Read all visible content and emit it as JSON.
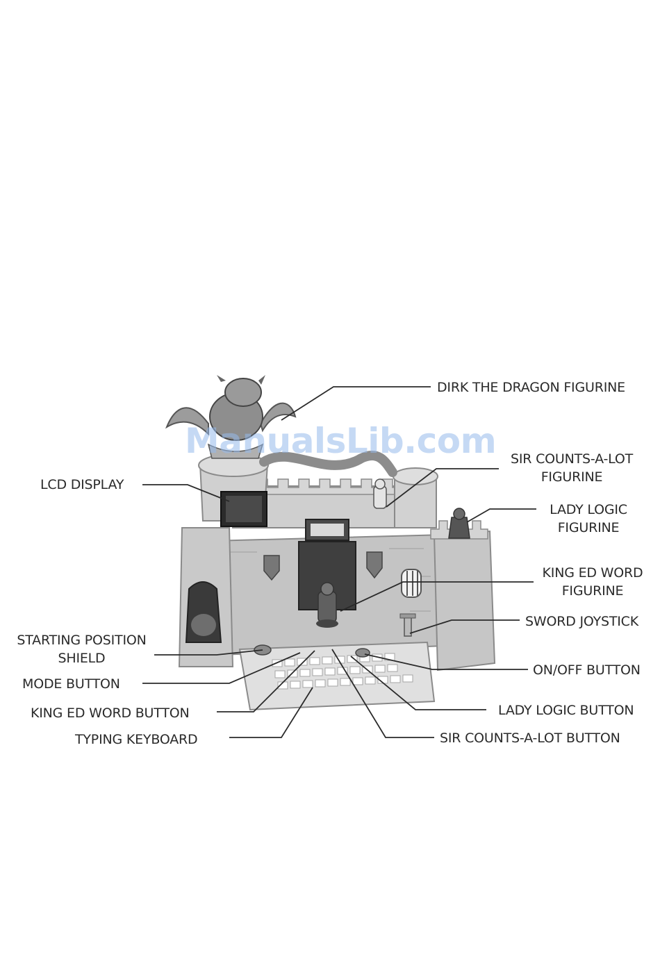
{
  "watermark": "ManualsLib.com",
  "callouts": {
    "dirk_dragon": "DIRK THE DRAGON FIGURINE",
    "sir_counts_figurine_1": "SIR COUNTS-A-LOT",
    "sir_counts_figurine_2": "FIGURINE",
    "lady_logic_figurine_1": "LADY LOGIC",
    "lady_logic_figurine_2": "FIGURINE",
    "king_ed_figurine_1": "KING ED WORD",
    "king_ed_figurine_2": "FIGURINE",
    "sword_joystick": "SWORD JOYSTICK",
    "on_off_button": "ON/OFF BUTTON",
    "lady_logic_button": "LADY LOGIC BUTTON",
    "sir_counts_button": "SIR COUNTS-A-LOT BUTTON",
    "lcd_display": "LCD DISPLAY",
    "starting_shield_1": "STARTING POSITION",
    "starting_shield_2": "SHIELD",
    "mode_button": "MODE BUTTON",
    "king_ed_button": "KING ED WORD BUTTON",
    "typing_keyboard": "TYPING KEYBOARD"
  },
  "colors": {
    "stone": "#c8c8c8",
    "stone_dark": "#9a9a9a",
    "stone_light": "#e2e2e2",
    "line": "#2a2a2a"
  }
}
